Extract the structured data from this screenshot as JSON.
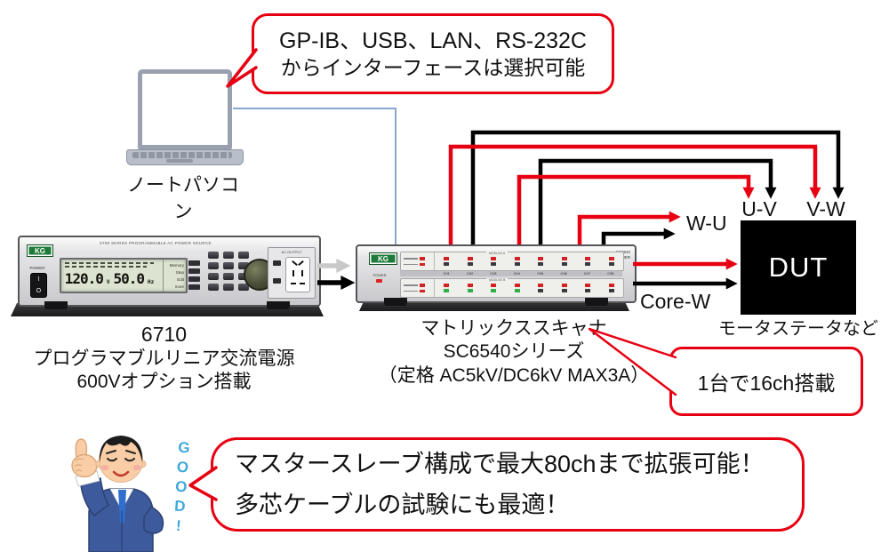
{
  "colors": {
    "accent_red": "#e60012",
    "wire_black": "#000000",
    "wire_red": "#e60012",
    "pc_link_blue": "#7a9cc6",
    "output_arrow_gray": "#c9c9c9",
    "brand_green": "#1e7a38",
    "good_blue": "#3fa9dc",
    "dut_black": "#000000"
  },
  "interface_bubble": {
    "line1": "GP-IB、USB、LAN、RS-232C",
    "line2": "からインターフェースは選択可能"
  },
  "laptop": {
    "label": "ノートパソコン"
  },
  "power_source": {
    "brand": "KG",
    "panel_title": "6700 SERIES PROGRAMMABLE AC POWER SOURCE",
    "power_label": "POWER",
    "display": {
      "voltage_value": "120.0",
      "voltage_unit": "V",
      "frequency_value": "50.0",
      "frequency_unit": "Hz",
      "menu_items": [
        "Memory",
        "Step",
        "Edit",
        "more"
      ]
    },
    "ac_output_label": "AC OUTPUT",
    "caption": [
      "6710",
      "プログラマブルリニア交流電源",
      "600Vオプション搭載"
    ]
  },
  "scanner": {
    "brand": "KG",
    "model_line1": "SC6540",
    "model_line2": "MATRIX SCANNER",
    "power_label": "POWER",
    "module_a_label": "MODULE A",
    "module_b_label": "MODULE B",
    "channels": [
      "CH1",
      "CH2",
      "CH3",
      "CH4",
      "CH5",
      "CH6",
      "CH7",
      "CH8"
    ],
    "caption": [
      "マトリックススキャナ",
      "SC6540シリーズ",
      "（定格 AC5kV/DC6kV MAX3A）"
    ]
  },
  "dut": {
    "label": "DUT",
    "caption": "モータステータなど"
  },
  "wires": {
    "label_uv": "U-V",
    "label_vw": "V-W",
    "label_wu": "W-U",
    "label_core_w": "Core-W"
  },
  "capacity_callout": {
    "text": "1台で16ch搭載"
  },
  "feature_bubble": {
    "line1": "マスタースレーブ構成で最大80chまで拡張可能！",
    "line2": "多芯ケーブルの試験にも最適！"
  },
  "mascot": {
    "good_text": "GOOD!"
  }
}
